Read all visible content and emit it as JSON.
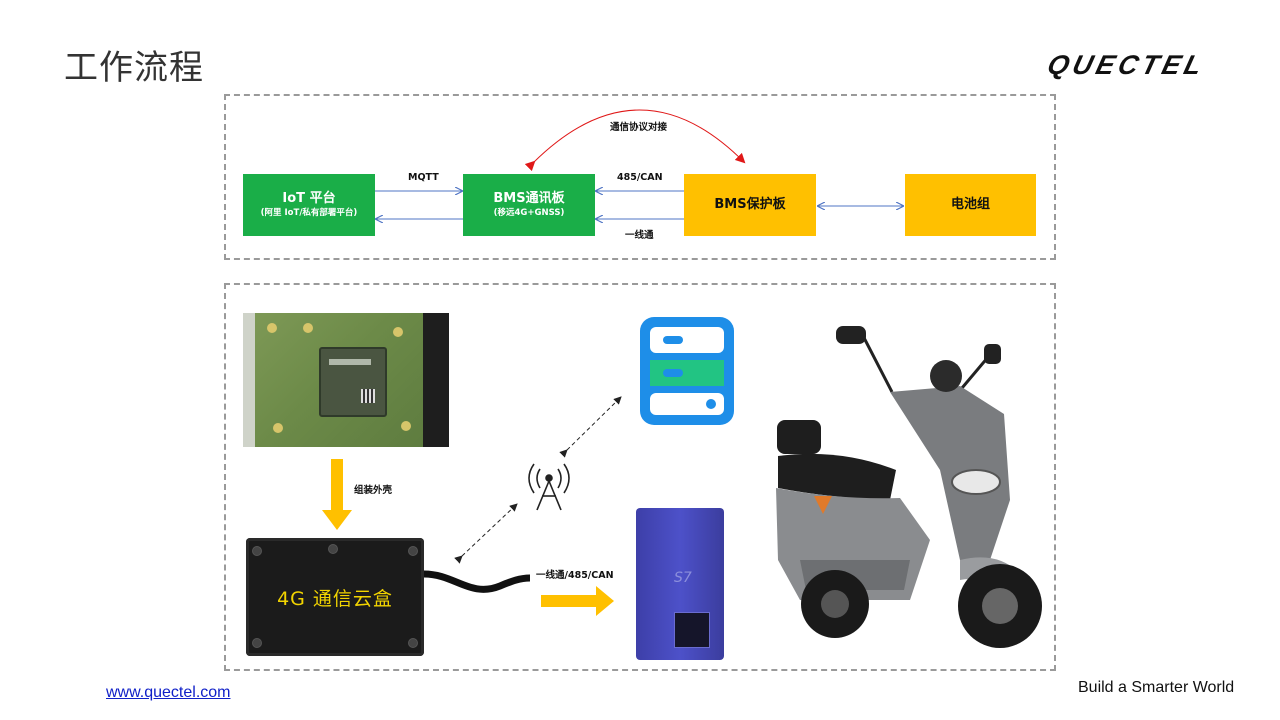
{
  "page": {
    "title": "工作流程",
    "logo_text": "QUECTEL",
    "footer_link": "www.quectel.com",
    "slogan": "Build a Smarter World"
  },
  "flow": {
    "nodes": {
      "iot": {
        "title": "IoT 平台",
        "subtitle": "(阿里 IoT/私有部署平台)"
      },
      "comm_board": {
        "title": "BMS通讯板",
        "subtitle": "(移远4G+GNSS)"
      },
      "protection_board": {
        "title": "BMS保护板"
      },
      "battery_pack": {
        "title": "电池组"
      }
    },
    "edges": {
      "mqtt": "MQTT",
      "protocol_485_can": "485/CAN",
      "one_wire": "一线通",
      "protocol_handshake": "通信协议对接"
    }
  },
  "illustration": {
    "assemble_label": "组装外壳",
    "cloud_box_label": "4G 通信云盒",
    "link_label": "一线通/485/CAN"
  },
  "colors": {
    "green": "#1aae48",
    "yellow": "#ffc000",
    "arrow_blue": "#4f74c4",
    "arc_red": "#e01818",
    "server_blue": "#1e8ee8",
    "server_green": "#22c483",
    "link_blue": "#1020c8"
  },
  "icons": [
    "server-icon",
    "antenna-icon",
    "module-photo",
    "cloud-box-photo",
    "battery-photo",
    "scooter-photo"
  ]
}
